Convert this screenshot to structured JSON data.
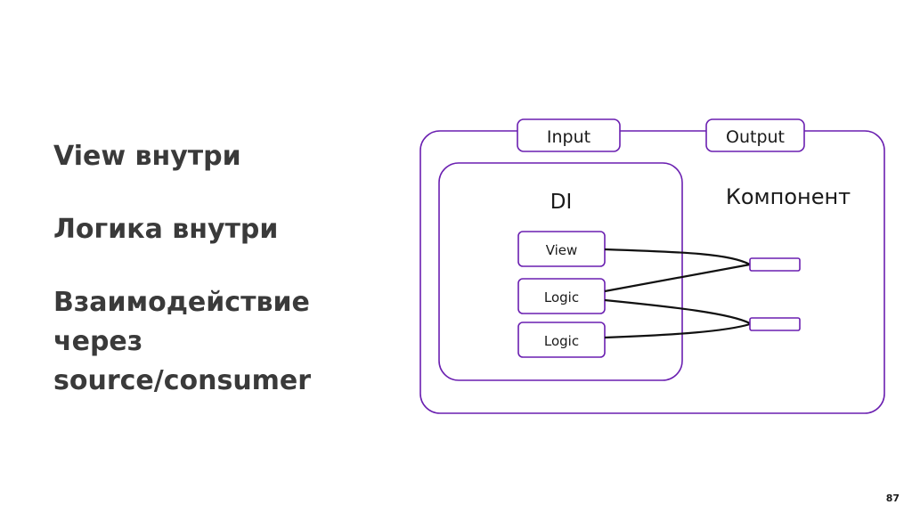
{
  "slide": {
    "bullets": [
      "View внутри",
      "Логика внутри",
      "Взаимодействие через source/consumer"
    ],
    "page_number": "87"
  },
  "diagram": {
    "component_label": "Компонент",
    "input_label": "Input",
    "output_label": "Output",
    "di_label": "DI",
    "modules": [
      "View",
      "Logic",
      "Logic"
    ]
  },
  "colors": {
    "border": "#6a1fb0",
    "text": "#3a3a3a",
    "line": "#111111"
  }
}
